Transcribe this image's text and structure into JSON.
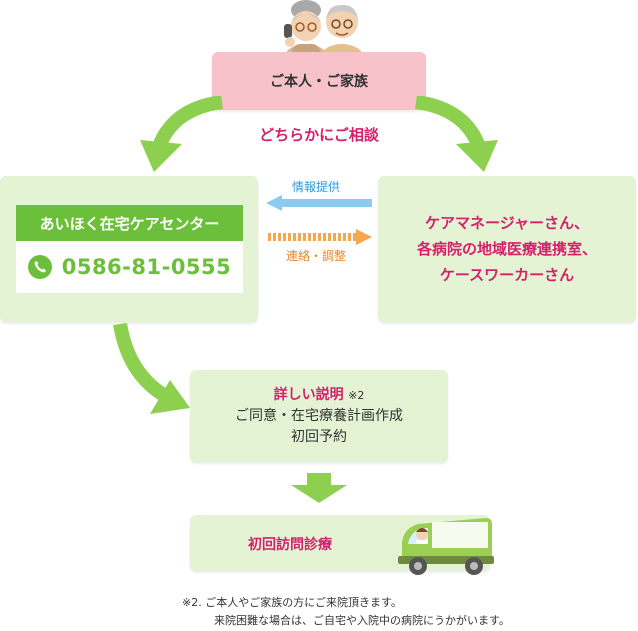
{
  "top": {
    "family_label": "ご本人・ご家族",
    "consult_label": "どちらかにご相談"
  },
  "center": {
    "name": "あいほく在宅ケアセンター",
    "phone": "0586-81-0555"
  },
  "flow": {
    "info_label": "情報提供",
    "contact_label": "連絡・調整"
  },
  "partners": {
    "lines": [
      "ケアマネージャーさん、",
      "各病院の地域医療連携室、",
      "ケースワーカーさん"
    ]
  },
  "explain": {
    "title": "詳しい説明",
    "note_mark": "※2",
    "line1": "ご同意・在宅療養計画作成",
    "line2": "初回予約"
  },
  "visit": {
    "label": "初回訪問診療"
  },
  "footnote": {
    "line1": "※2. ご本人やご家族の方にご来院頂きます。",
    "line2": "来院困難な場合は、ご自宅や入院中の病院にうかがいます。"
  },
  "colors": {
    "green_box": "#e3f3d3",
    "center_header": "#6cbf3a",
    "pink_box": "#f8c2cb",
    "accent_magenta": "#d4216c",
    "arrow_green": "#8dcf4e",
    "arrow_blue": "#8ccbf0",
    "arrow_orange": "#f5a650"
  },
  "icons": [
    "elderly-couple-icon",
    "phone-icon",
    "van-doctor-icon"
  ]
}
